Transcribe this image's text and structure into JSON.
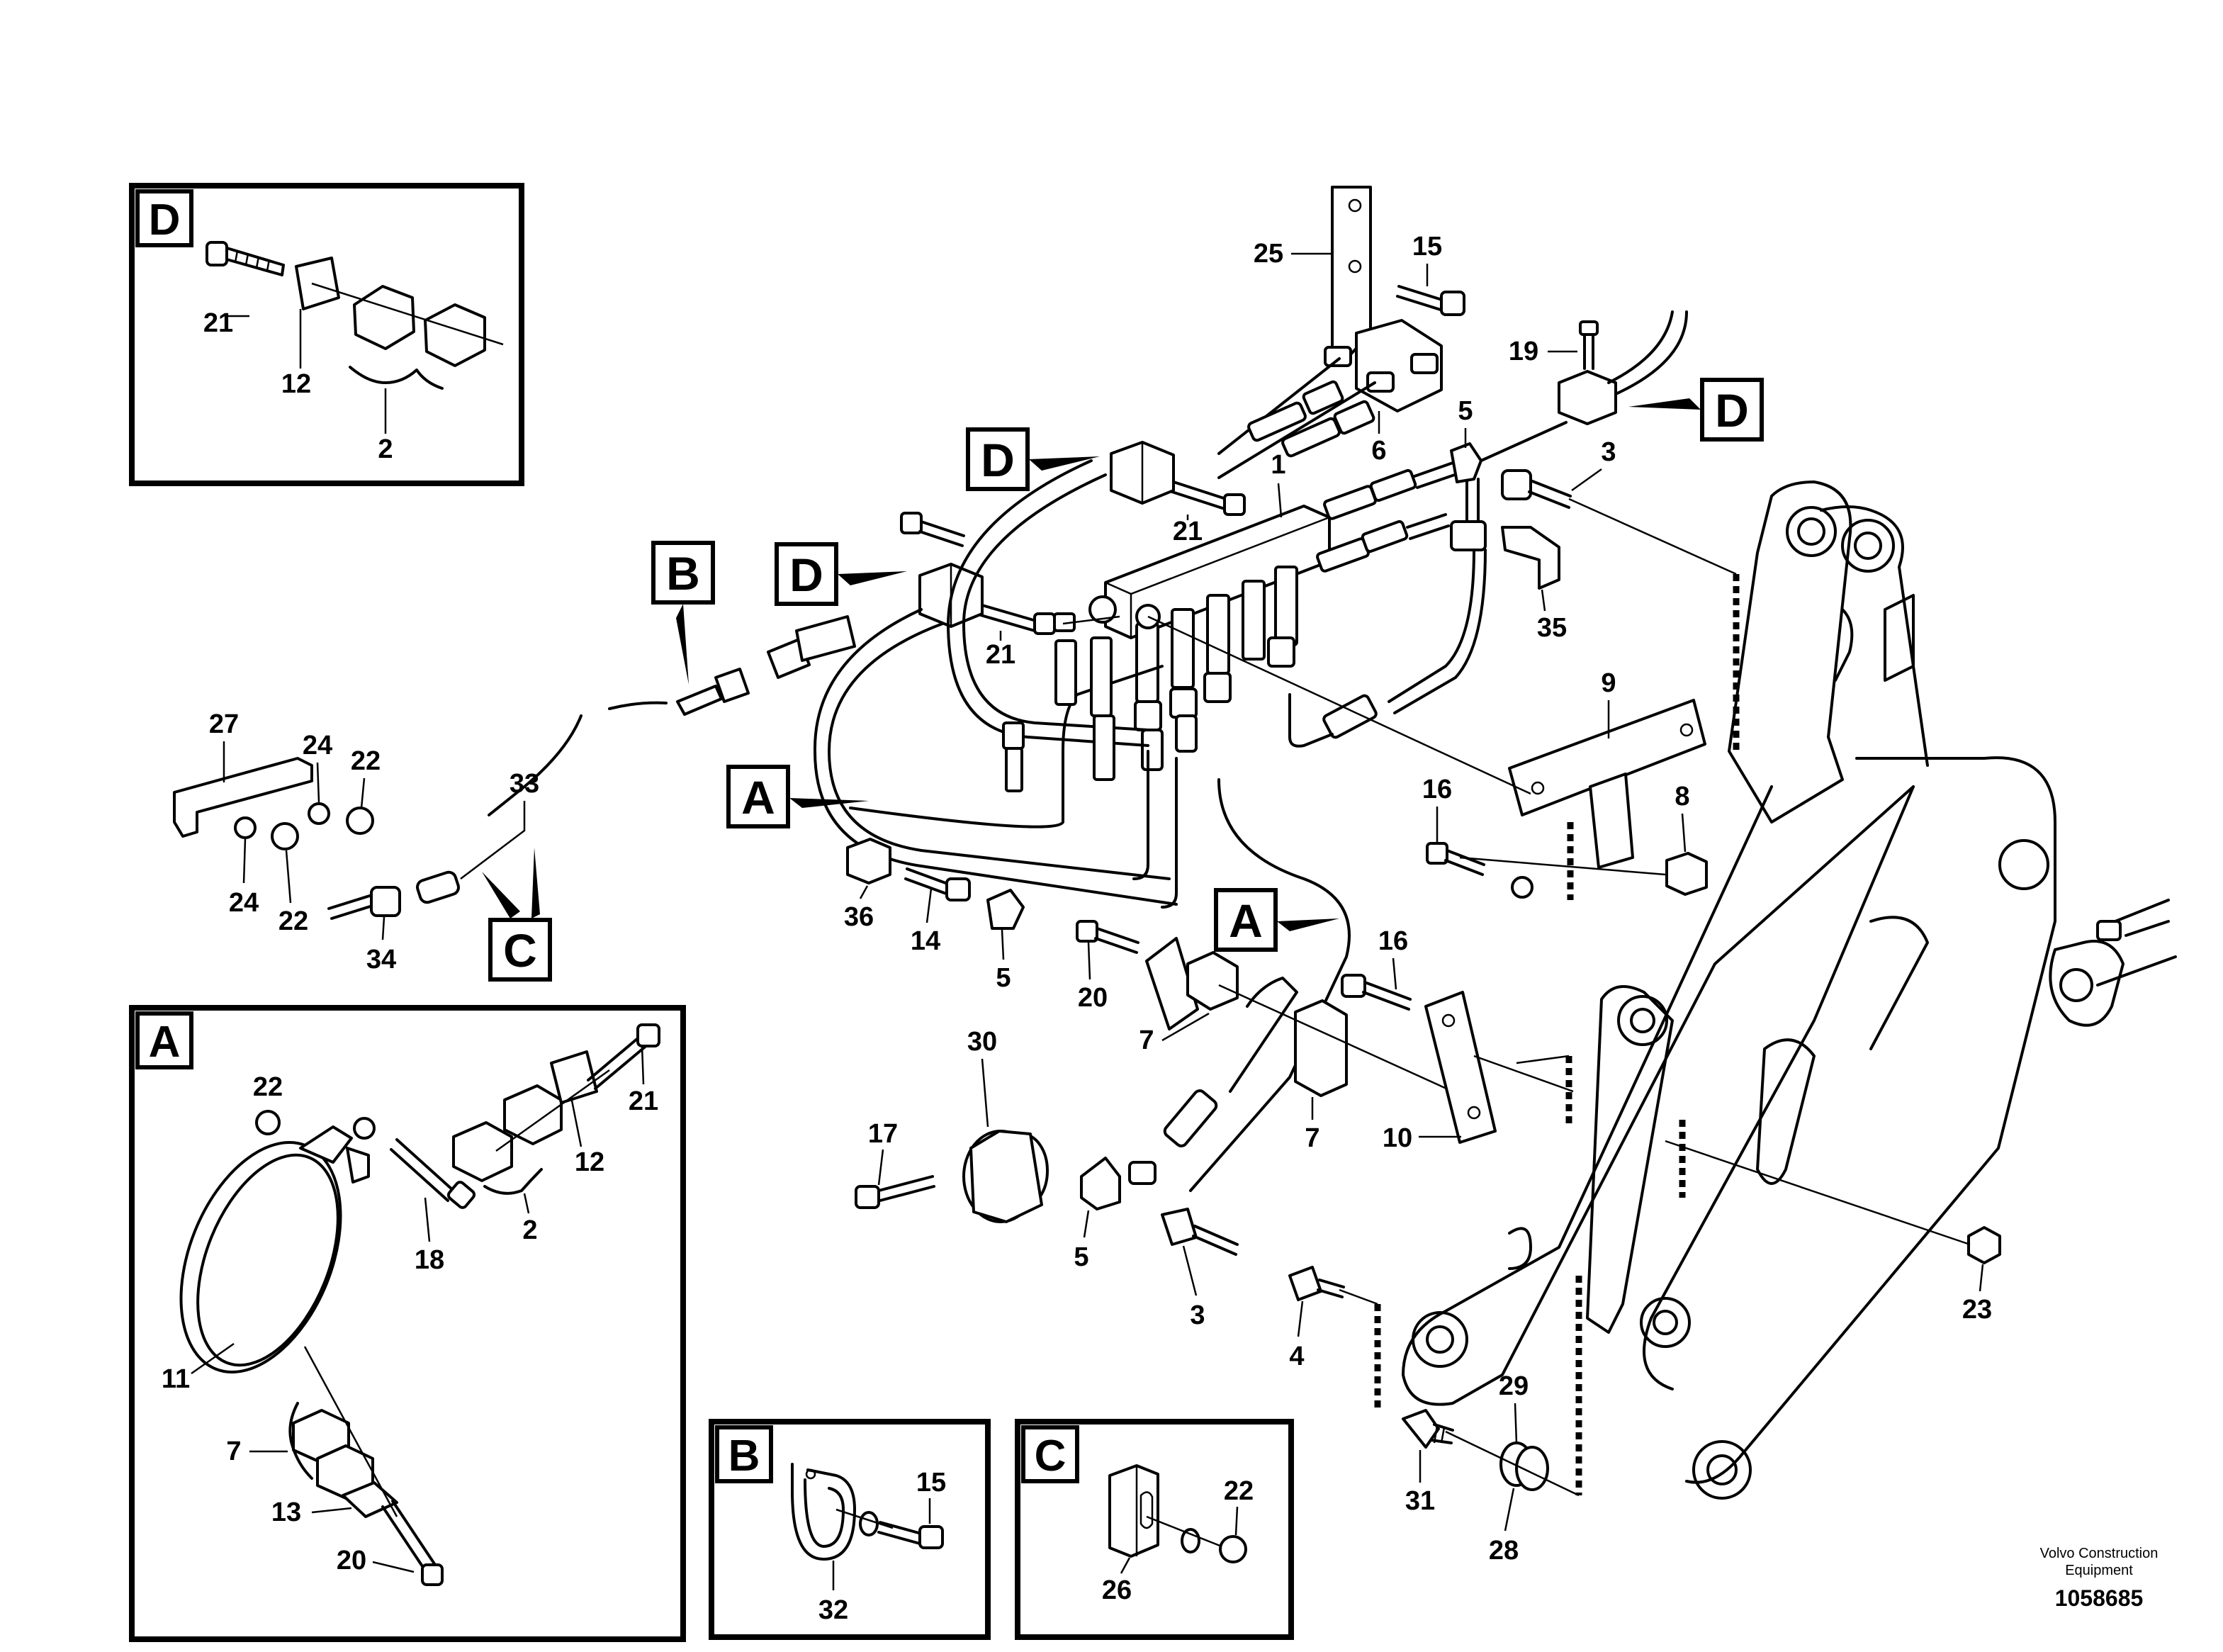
{
  "diagram": {
    "credit_line1": "Volvo Construction",
    "credit_line2": "Equipment",
    "doc_number": "1058685"
  },
  "detail_views": {
    "D": {
      "letter": "D",
      "items": [
        "21",
        "12",
        "2"
      ]
    },
    "A": {
      "letter": "A",
      "items": [
        "22",
        "12",
        "21",
        "18",
        "2",
        "11",
        "7",
        "13",
        "20"
      ]
    },
    "B": {
      "letter": "B",
      "items": [
        "15",
        "32"
      ]
    },
    "C": {
      "letter": "C",
      "items": [
        "22",
        "26"
      ]
    }
  },
  "view_callouts": [
    "D",
    "D",
    "D",
    "B",
    "A",
    "A",
    "C"
  ],
  "main_items": [
    "25",
    "15",
    "19",
    "5",
    "6",
    "3",
    "1",
    "21",
    "21",
    "35",
    "9",
    "27",
    "24",
    "22",
    "33",
    "24",
    "22",
    "34",
    "16",
    "8",
    "36",
    "14",
    "5",
    "20",
    "7",
    "16",
    "30",
    "7",
    "10",
    "17",
    "5",
    "3",
    "4",
    "23",
    "29",
    "31",
    "28"
  ]
}
